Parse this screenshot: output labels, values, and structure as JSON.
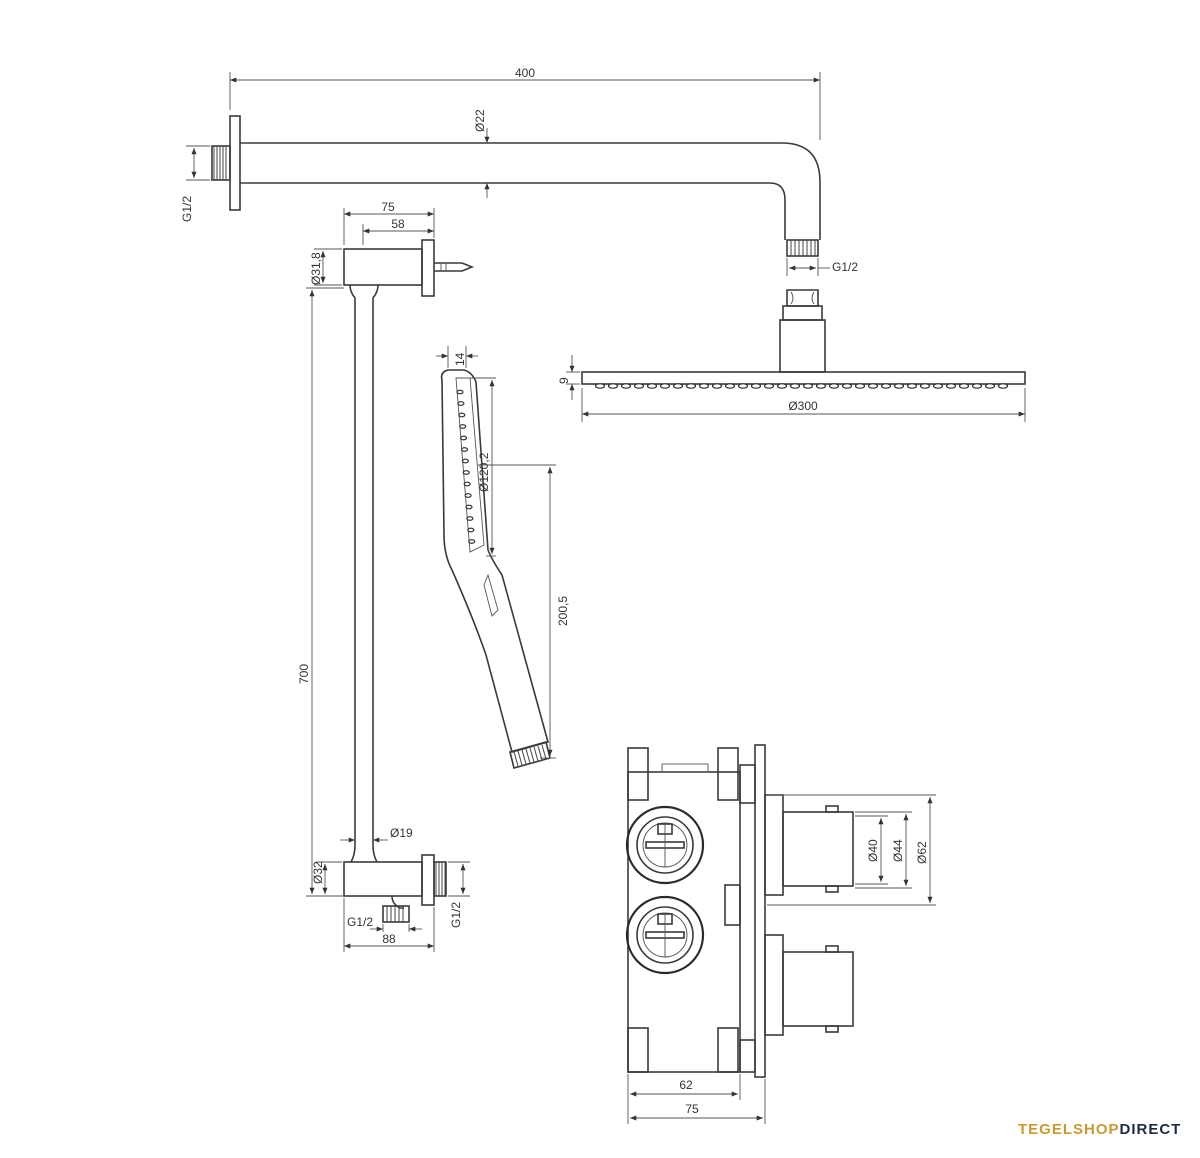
{
  "dimensions": {
    "arm_length": "400",
    "arm_diameter": "Ø22",
    "wall_thread_arm": "G1/2",
    "head_thread": "G1/2",
    "head_thickness": "9",
    "head_diameter": "Ø300",
    "bracket_outer": "75",
    "bracket_inner": "58",
    "bracket_diameter": "Ø31,8",
    "bar_length": "700",
    "bar_diameter": "Ø19",
    "bottom_diameter": "Ø32",
    "bottom_thread_left": "G1/2",
    "bottom_width": "88",
    "bottom_thread_right": "G1/2",
    "hand_thickness": "14",
    "hand_diameter": "Ø120,2",
    "hand_length": "200,5",
    "valve_d40": "Ø40",
    "valve_d44": "Ø44",
    "valve_d62": "Ø62",
    "valve_depth_62": "62",
    "valve_depth_75": "75"
  },
  "brand": {
    "part1": "TEGELSHOP",
    "part2": "DIRECT"
  }
}
